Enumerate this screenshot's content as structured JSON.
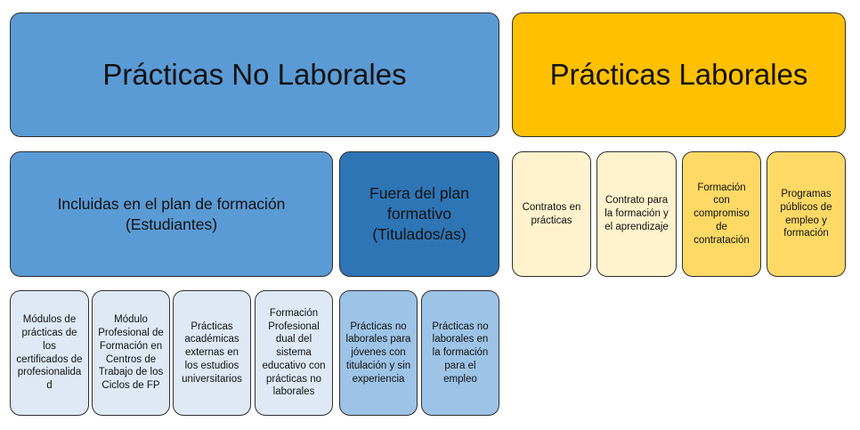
{
  "no_laborales": {
    "title": "Prácticas No Laborales",
    "incluidas": {
      "title": "Incluidas en el plan de formación (Estudiantes)",
      "items": [
        "Módulos de prácticas de los certificados de profesionalidad",
        "Módulo Profesional de Formación en Centros de Trabajo de los Ciclos de FP",
        "Prácticas académicas externas en los estudios universitarios",
        "Formación Profesional dual del sistema educativo con prácticas no laborales"
      ]
    },
    "fuera": {
      "title": "Fuera del plan formativo (Titulados/as)",
      "items": [
        "Prácticas no laborales para jóvenes con titulación y sin experiencia",
        "Prácticas no laborales en la formación para el empleo"
      ]
    }
  },
  "laborales": {
    "title": "Prácticas Laborales",
    "items": [
      "Contratos en prácticas",
      "Contrato para la formación y el aprendizaje",
      "Formación con compromiso de contratación",
      "Programas públicos de empleo y formación"
    ]
  },
  "colors": {
    "no_laborales": "#5b9bd5",
    "fuera": "#2e75b6",
    "incluidas_items": "#dfe9f5",
    "fuera_items": "#9dc3e6",
    "laborales": "#ffc000",
    "laborales_items_light": "#fff2cc",
    "laborales_items_dark": "#ffd966"
  }
}
